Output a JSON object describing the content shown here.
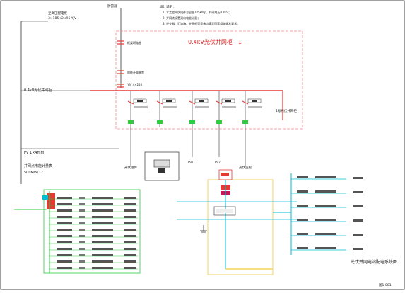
{
  "colors": {
    "red": "#e53935",
    "pink_dash": "#f08a8a",
    "green": "#2ecc40",
    "cyan": "#00bcd4",
    "yellow": "#f2d45c",
    "magenta": "#c2185b",
    "black": "#1a1a1a"
  },
  "texts": {
    "panel_title": "0.4kV光伏并网柜　1",
    "left_label_1": "0.4kV光伏并网柜",
    "left_label_2": "PV 1×4mm",
    "left_label_3": "并网点电能计量表",
    "left_label_4": "500MW/12",
    "grid_label": "至高压配电柜",
    "grid_label_2": "3×185+2×95 YJV",
    "bus_label": "1号光伏并网柜",
    "pv_label": "光伏组件",
    "monitor_label": "光伏监控",
    "pv1_label": "PV1",
    "pv2_label": "PV2",
    "system_title": "光伏并网电站配电系统图",
    "page_no": "图1-001",
    "notes_title": "设计说明：",
    "note_1": "1. 本工程光伏组件总容量125kWp，并网电压0.4kV；",
    "note_2": "2. 并网点设置双向电能计量；",
    "note_3": "3. 逆变器、汇流箱、并网柜等设备均满足国家相关标准要求。",
    "lightning_label": "防雷器",
    "meter_label": "电能计量装置",
    "breaker_label": "框架断路器",
    "cable_label": "YJV 4×240"
  }
}
